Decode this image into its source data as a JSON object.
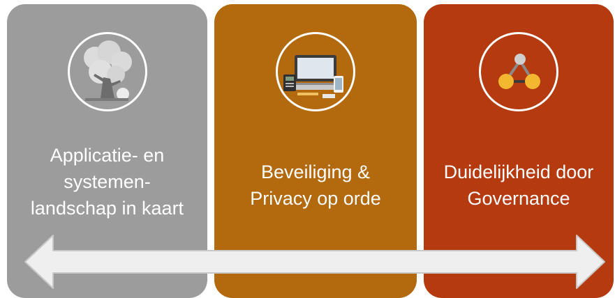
{
  "colors": {
    "panel_gray": "#9c9c9c",
    "panel_orange": "#b3690e",
    "panel_red": "#b63a0f",
    "arrow_fill": "#efefef",
    "arrow_stroke": "#c8c8c8",
    "icon_gold": "#f3b830"
  },
  "panels": [
    {
      "icon": "tree-icon",
      "lines": [
        "Applicatie- en",
        "systemen-",
        "landschap in kaart"
      ]
    },
    {
      "icon": "laptop-devices-icon",
      "lines": [
        "Beveiliging &",
        "Privacy op orde"
      ]
    },
    {
      "icon": "network-nodes-icon",
      "lines": [
        "Duidelijkheid door",
        "Governance"
      ]
    }
  ],
  "arrow": {
    "icon": "double-arrow"
  }
}
